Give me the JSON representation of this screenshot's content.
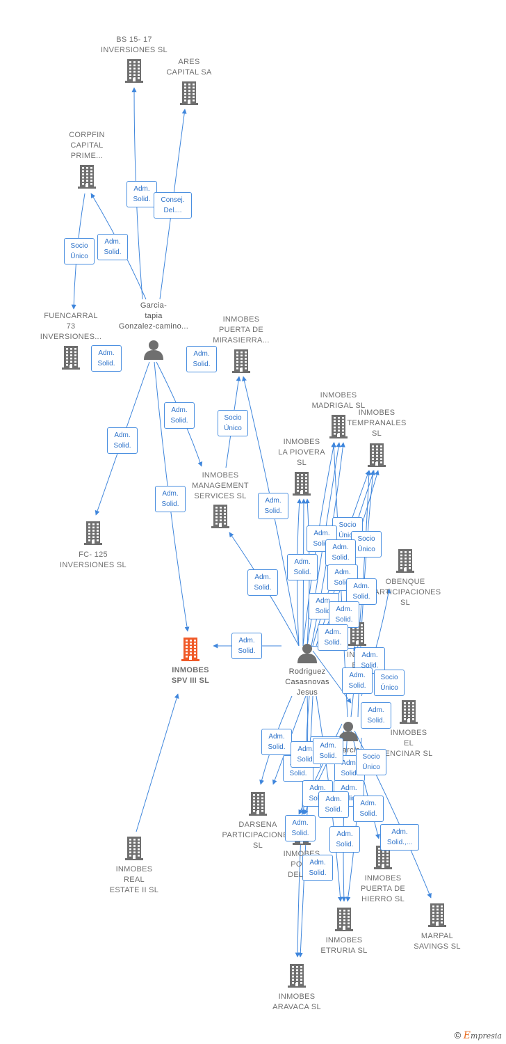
{
  "colors": {
    "edge": "#3f86dc",
    "building": "#6f6f6f",
    "highlight": "#f05a28",
    "person": "#6f6f6f"
  },
  "companies": [
    {
      "id": "bs15",
      "label": "BS 15- 17\nINVERSIONES SL"
    },
    {
      "id": "ares",
      "label": "ARES\nCAPITAL SA"
    },
    {
      "id": "corpfin",
      "label": "CORPFIN\nCAPITAL\nPRIME..."
    },
    {
      "id": "fuencarral",
      "label": "FUENCARRAL\n73\nINVERSIONES..."
    },
    {
      "id": "mirasierra",
      "label": "INMOBES\nPUERTA DE\nMIRASIERRA..."
    },
    {
      "id": "madrigal",
      "label": "INMOBES\nMADRIGAL SL"
    },
    {
      "id": "tempranales",
      "label": "INMOBES\nTEMPRANALES\nSL"
    },
    {
      "id": "piovera",
      "label": "INMOBES\nLA PIOVERA\nSL"
    },
    {
      "id": "management",
      "label": "INMOBES\nMANAGEMENT\nSERVICES SL"
    },
    {
      "id": "fc125",
      "label": "FC- 125\nINVERSIONES SL"
    },
    {
      "id": "obenque",
      "label": "OBENQUE\nPARTICIPACIONES\nSL"
    },
    {
      "id": "spv3",
      "label": "INMOBES\nSPV III SL",
      "main": true
    },
    {
      "id": "es",
      "label": "INMO\nES"
    },
    {
      "id": "encinar",
      "label": "INMOBES\nEL\nENCINAR SL"
    },
    {
      "id": "darsena",
      "label": "DARSENA\nPARTICIPACIONES\nSL"
    },
    {
      "id": "portal",
      "label": "INMOBES\nPORT\nDEL PA"
    },
    {
      "id": "hierro",
      "label": "INMOBES\nPUERTA DE\nHIERRO SL"
    },
    {
      "id": "real2",
      "label": "INMOBES\nREAL\nESTATE II SL"
    },
    {
      "id": "marpal",
      "label": "MARPAL\nSAVINGS SL"
    },
    {
      "id": "etruria",
      "label": "INMOBES\nETRURIA SL"
    },
    {
      "id": "aravaca",
      "label": "INMOBES\nARAVACA SL"
    }
  ],
  "persons": [
    {
      "id": "garcia",
      "label": "Garcia-\ntapia\nGonzalez-camino..."
    },
    {
      "id": "rodriguez",
      "label": "Rodriguez\nCasasnovas\nJesus"
    },
    {
      "id": "garcia2",
      "label": "Garcia\nGo"
    }
  ],
  "badges": [
    "Adm.\nSolid.",
    "Consej.\nDel....",
    "Socio\nÚnico",
    "Adm.\nSolid.",
    "Adm.\nSolid.",
    "Adm.\nSolid.",
    "Adm.\nSolid.",
    "Socio\nÚnico",
    "Adm.\nSolid.",
    "Adm.\nSolid.",
    "Adm.\nSolid.",
    "Adm.\nSolid.",
    "Adm.\nSolid.",
    "Socio\nÚnico",
    "Adm.\nSolid.",
    "Socio\nÚnico",
    "Adm.\nSolid.",
    "Adm.\nSolid.",
    "Adm.\nSolid.",
    "Adm.\nSolid.",
    "Adm.\nSolid.",
    "Adm.\nSolid.",
    "Adm.\nSolid.",
    "Adm.\nSolid.",
    "Adm.\nSolid.",
    "Socio\nÚnico",
    "Adm.\nSolid.",
    "Adm.\nSolid.",
    "Socio\nÚnico",
    "Adm.\nSolid.",
    "Adm.\nSolid.",
    "Socio\nÚnico",
    "Adm.\nSolid.",
    "Adm.\nSolid.",
    "Adm.\nSolid.",
    "Adm.\nSolid.",
    "Socio\nÚnico",
    "Adm.\nSolid.",
    "Adm.\nSolid.",
    "Adm.\nSolid.",
    "Adm.\nSolid.,...",
    "Adm.\nSolid.",
    "Adm.\nSolid."
  ],
  "watermark": {
    "copyright": "©",
    "brand_initial": "E",
    "brand_rest": "mpresia"
  }
}
